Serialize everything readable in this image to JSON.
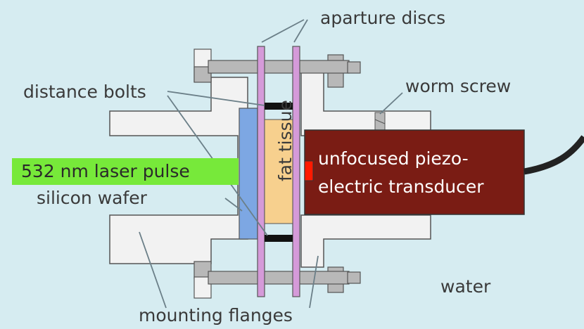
{
  "labels": {
    "aparture_discs": "aparture discs",
    "distance_bolts": "distance bolts",
    "worm_screw": "worm screw",
    "laser_pulse": "532 nm laser pulse",
    "silicon_wafer": "silicon wafer",
    "fat_tissue": "fat tissue",
    "transducer_line1": "unfocused piezo-",
    "transducer_line2": "electric transducer",
    "water": "water",
    "mounting_flanges": "mounting flanges"
  },
  "colors": {
    "background": "#d6ecf1",
    "flange": "#f2f2f2",
    "bolt": "#b8b8b8",
    "aperture_disc": "#d59ad9",
    "silicon_wafer": "#7da7e3",
    "fat_tissue": "#f7d08e",
    "transducer": "#7a1c14",
    "transducer_element": "#ff1a00",
    "laser": "#77e93a",
    "spacer": "#111111",
    "cable": "#222222",
    "leader_line": "#6b7f88"
  }
}
